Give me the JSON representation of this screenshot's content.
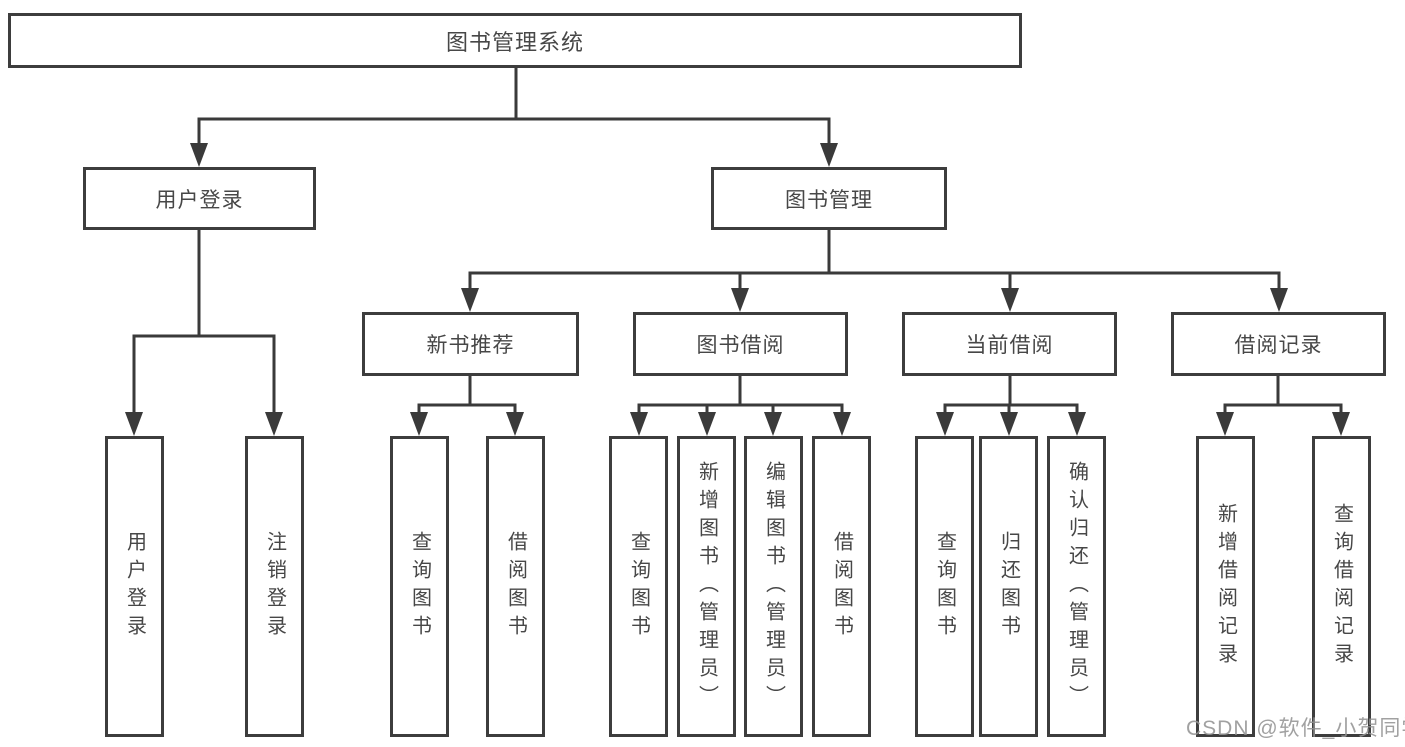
{
  "diagram": {
    "root": {
      "label": "图书管理系统"
    },
    "branches": [
      {
        "label": "用户登录",
        "children": [
          {
            "label": "用户登录"
          },
          {
            "label": "注销登录"
          }
        ]
      },
      {
        "label": "图书管理",
        "children": [
          {
            "label": "新书推荐",
            "children": [
              {
                "label": "查询图书"
              },
              {
                "label": "借阅图书"
              }
            ]
          },
          {
            "label": "图书借阅",
            "children": [
              {
                "label": "查询图书"
              },
              {
                "label": "新增图书（管理员）"
              },
              {
                "label": "编辑图书（管理员）"
              },
              {
                "label": "借阅图书"
              }
            ]
          },
          {
            "label": "当前借阅",
            "children": [
              {
                "label": "查询图书"
              },
              {
                "label": "归还图书"
              },
              {
                "label": "确认归还（管理员）"
              }
            ]
          },
          {
            "label": "借阅记录",
            "children": [
              {
                "label": "新增借阅记录"
              },
              {
                "label": "查询借阅记录"
              }
            ]
          }
        ]
      }
    ],
    "watermark": "CSDN @软件_小贺同学",
    "colors": {
      "line": "#3a3a3a",
      "border": "#3d3d3d",
      "text": "#474747",
      "background": "#ffffff",
      "watermark": "#949494"
    }
  }
}
